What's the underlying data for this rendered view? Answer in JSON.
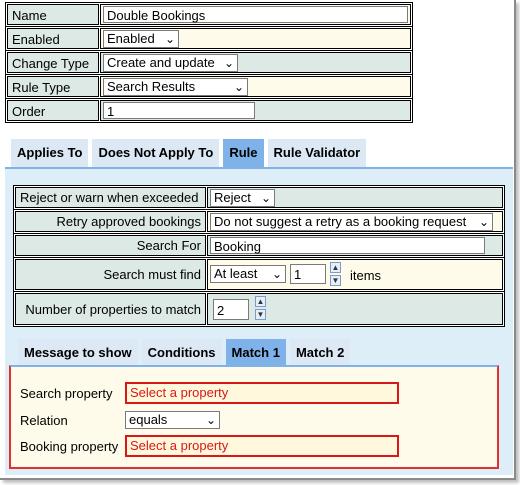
{
  "form": {
    "name_label": "Name",
    "name_value": "Double Bookings",
    "enabled_label": "Enabled",
    "enabled_value": "Enabled",
    "change_type_label": "Change Type",
    "change_type_value": "Create and update",
    "rule_type_label": "Rule Type",
    "rule_type_value": "Search Results",
    "order_label": "Order",
    "order_value": "1"
  },
  "tabs": [
    {
      "label": "Applies To"
    },
    {
      "label": "Does Not Apply To"
    },
    {
      "label": "Rule",
      "active": true
    },
    {
      "label": "Rule Validator"
    }
  ],
  "rule": {
    "reject_label": "Reject or warn when exceeded",
    "reject_value": "Reject",
    "retry_label": "Retry approved bookings",
    "retry_value": "Do not suggest a retry as a booking request",
    "search_for_label": "Search For",
    "search_for_value": "Booking",
    "must_find_label": "Search must find",
    "must_find_mode": "At least",
    "must_find_count": "1",
    "must_find_unit": "items",
    "num_props_label": "Number of properties to match",
    "num_props_value": "2"
  },
  "subtabs": [
    {
      "label": "Message to show"
    },
    {
      "label": "Conditions"
    },
    {
      "label": "Match 1",
      "active": true
    },
    {
      "label": "Match 2"
    }
  ],
  "match": {
    "search_property_label": "Search property",
    "search_property_value": "Select a property",
    "relation_label": "Relation",
    "relation_value": "equals",
    "booking_property_label": "Booking property",
    "booking_property_value": "Select a property"
  },
  "icons": {
    "select_arrow": "chevron-down-icon",
    "spin_up": "arrow-up-icon",
    "spin_down": "arrow-down-icon"
  },
  "colors": {
    "tab_active": "#7fb2e8",
    "tab_inactive": "#dce8f4",
    "label_bg": "#dde9e4",
    "value_bg": "#fffbea",
    "error": "#d81818"
  }
}
